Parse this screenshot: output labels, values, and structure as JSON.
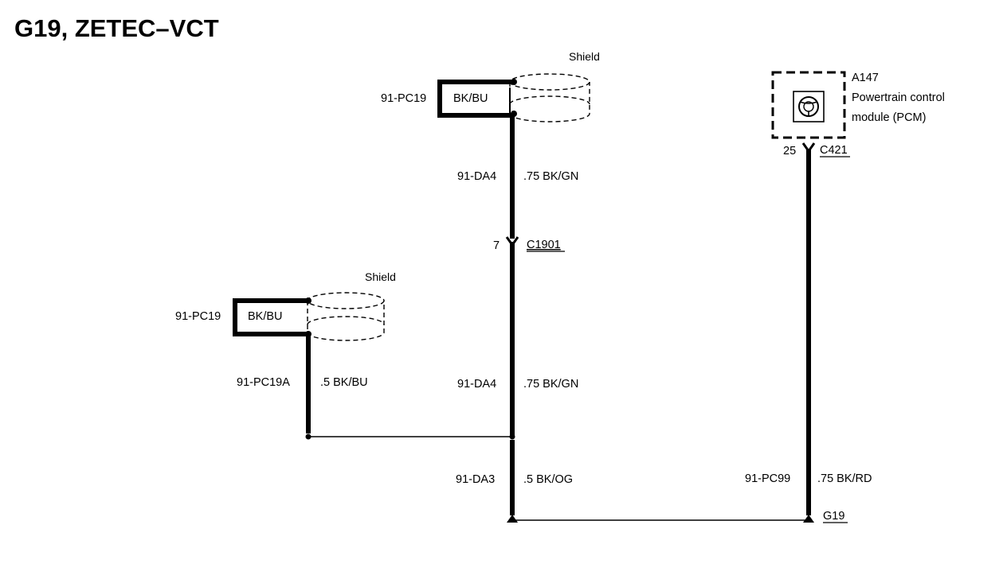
{
  "title": "G19, ZETEC–VCT",
  "shield_top": {
    "label": "Shield",
    "circuit": "91-PC19",
    "color_code": "BK/BU"
  },
  "shield_left": {
    "label": "Shield",
    "circuit": "91-PC19",
    "color_code": "BK/BU"
  },
  "wires": {
    "upper_center": {
      "circuit": "91-DA4",
      "spec": ".75 BK/GN"
    },
    "lower_center": {
      "circuit": "91-DA4",
      "spec": ".75 BK/GN"
    },
    "left_drop": {
      "circuit": "91-PC19A",
      "spec": ".5 BK/BU"
    },
    "ground_center": {
      "circuit": "91-DA3",
      "spec": ".5 BK/OG"
    },
    "right": {
      "circuit": "91-PC99",
      "spec": ".75 BK/RD"
    }
  },
  "connector_c1901": {
    "pin": "7",
    "name": "C1901"
  },
  "module": {
    "id": "A147",
    "name_line1": "Powertrain control",
    "name_line2": "module (PCM)",
    "pin": "25",
    "connector": "C421"
  },
  "ground": {
    "name": "G19"
  }
}
